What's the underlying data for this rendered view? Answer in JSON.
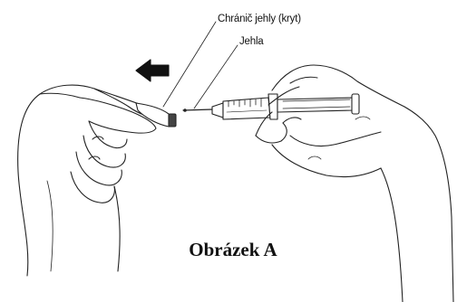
{
  "figure": {
    "labels": {
      "needle_cap": "Chránič jehly (kryt)",
      "needle": "Jehla"
    },
    "caption": "Obrázek A",
    "arrow_direction": "left",
    "colors": {
      "line": "#222222",
      "arrow": "#111111",
      "background": "#ffffff"
    }
  }
}
